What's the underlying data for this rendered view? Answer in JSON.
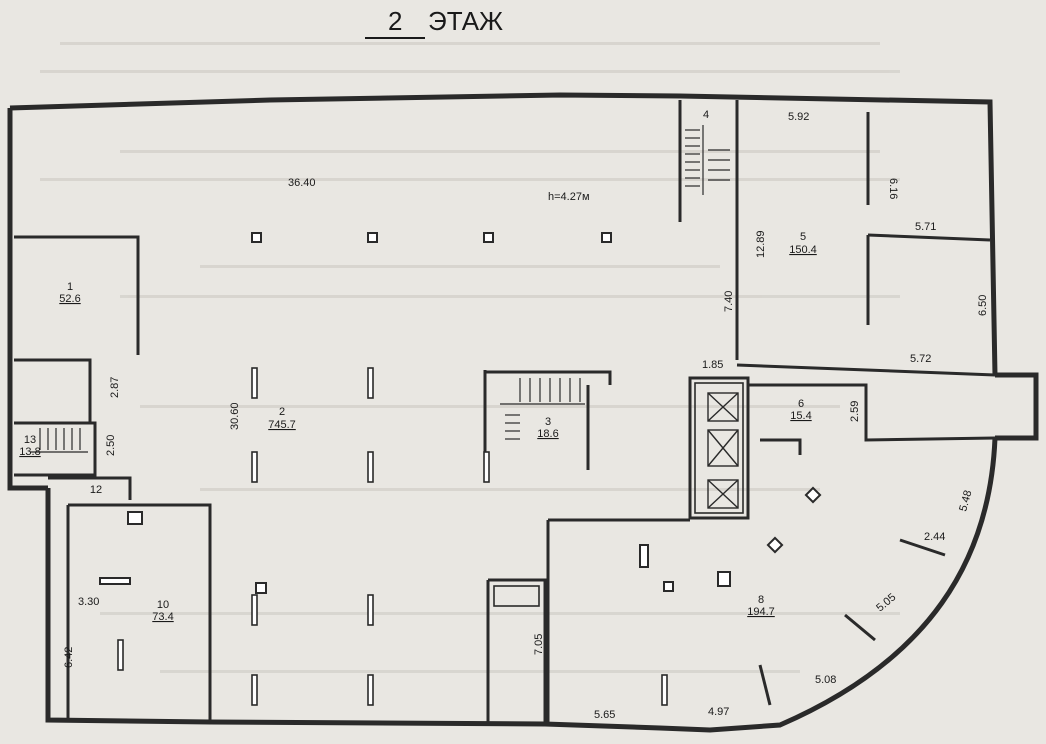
{
  "title": {
    "number": "2",
    "word": "ЭТАЖ"
  },
  "height_note": "h=4.27м",
  "rooms": [
    {
      "id": "r1",
      "number": "1",
      "area": "52.6"
    },
    {
      "id": "r2",
      "number": "2",
      "area": "745.7"
    },
    {
      "id": "r3",
      "number": "3",
      "area": "18.6"
    },
    {
      "id": "r4",
      "number": "4",
      "area": ""
    },
    {
      "id": "r5",
      "number": "5",
      "area": "150.4"
    },
    {
      "id": "r6",
      "number": "6",
      "area": "15.4"
    },
    {
      "id": "r8",
      "number": "8",
      "area": "194.7"
    },
    {
      "id": "r10",
      "number": "10",
      "area": "73.4"
    },
    {
      "id": "r12",
      "number": "12",
      "area": ""
    },
    {
      "id": "r13",
      "number": "13",
      "area": "13.8"
    }
  ],
  "dimensions": {
    "d3640": "36.40",
    "d3060": "30.60",
    "d592": "5.92",
    "d616": "6.16",
    "d571": "5.71",
    "d650": "6.50",
    "d572": "5.72",
    "d1289": "12.89",
    "d740": "7.40",
    "d185": "1.85",
    "d259": "2.59",
    "d287": "2.87",
    "d250": "2.50",
    "d330": "3.30",
    "d642": "6.42",
    "d705": "7.05",
    "d565": "5.65",
    "d497": "4.97",
    "d508": "5.08",
    "d505": "5.05",
    "d548": "5.48",
    "d244": "2.44"
  }
}
